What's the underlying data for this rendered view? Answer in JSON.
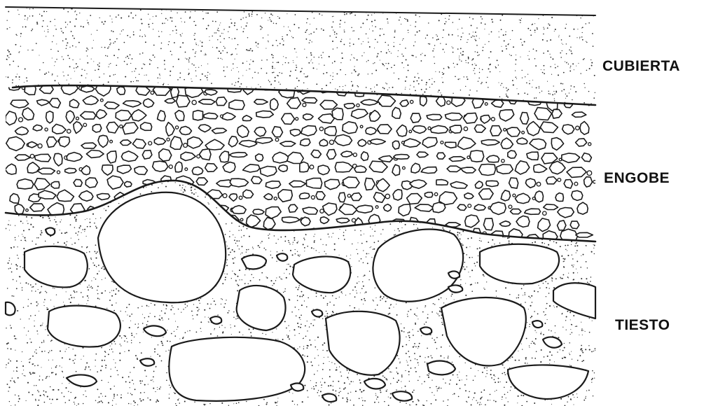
{
  "layers": [
    {
      "id": "cubierta",
      "label": "CUBIERTA"
    },
    {
      "id": "engobe",
      "label": "ENGOBE"
    },
    {
      "id": "tiesto",
      "label": "TIESTO"
    }
  ],
  "colors": {
    "line": "#1a1a1a",
    "dots": "#2a2a2a",
    "background": "#ffffff"
  }
}
